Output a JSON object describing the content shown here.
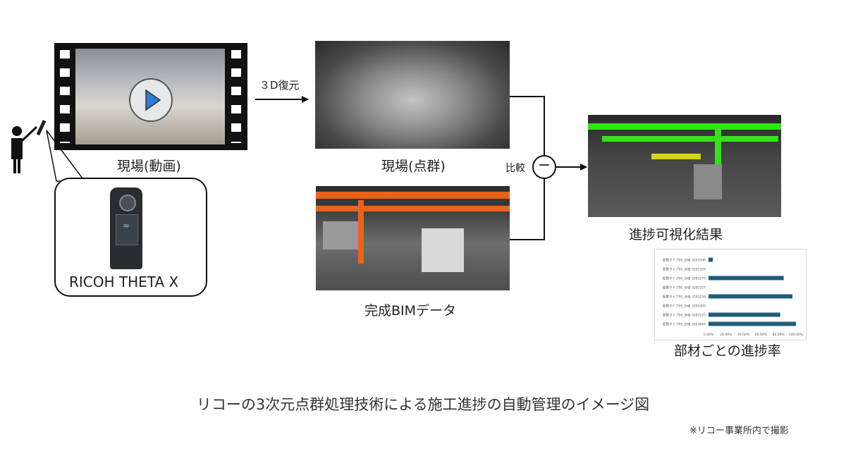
{
  "labels": {
    "video_caption": "現場(動画)",
    "reconstruct_arrow": "３D復元",
    "pointcloud_caption": "現場(点群)",
    "compare": "比較",
    "compare_symbol": "−",
    "bim_caption": "完成BIMデータ",
    "result_caption": "進捗可視化結果",
    "camera_name": "RICOH THETA X",
    "chart_caption": "部材ごとの進捗率"
  },
  "footer": {
    "title": "リコーの3次元点群処理技術による施工進捗の自動管理のイメージ図",
    "note": "※リコー事業所内で撮影"
  },
  "colors": {
    "bar": "#1f5d7a",
    "bim_orange": "#e8641c",
    "progress_green": "#35e21a",
    "line": "#111111"
  },
  "chart_data": {
    "type": "bar",
    "orientation": "horizontal",
    "categories": [
      "配管タイプ00_分岐 3203346",
      "配管タイプ00_分岐 3203329",
      "配管タイプ00_分岐 3203275",
      "配管タイプ00_分岐 3203257",
      "配管タイプ00_分岐 3203226",
      "配管タイプ00_分岐 3203305",
      "配管タイプ00_分岐 3203225",
      "配管タイプ00_分岐 3203664"
    ],
    "values": [
      5,
      0,
      86,
      0,
      96,
      0,
      82,
      100
    ],
    "xlim": [
      0,
      100
    ],
    "xticks": [
      "0.00%",
      "20.00%",
      "40.00%",
      "60.00%",
      "80.00%",
      "100.00%"
    ]
  }
}
